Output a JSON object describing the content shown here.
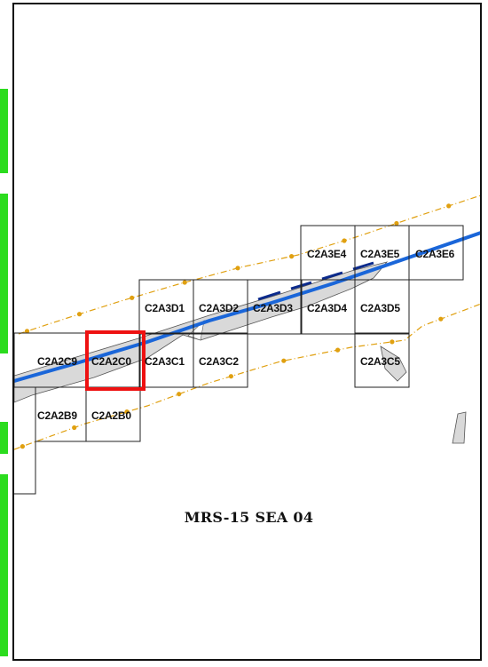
{
  "map": {
    "title": "MRS-15 SEA 04",
    "selected_cell": "C2A2C0",
    "cells": [
      {
        "id": "C2A3E4"
      },
      {
        "id": "C2A3E5"
      },
      {
        "id": "C2A3E6"
      },
      {
        "id": "C2A3D1"
      },
      {
        "id": "C2A3D2"
      },
      {
        "id": "C2A3D3"
      },
      {
        "id": "C2A3D4"
      },
      {
        "id": "C2A3D5"
      },
      {
        "id": "C2A2C9"
      },
      {
        "id": "C2A2C0"
      },
      {
        "id": "C2A3C1"
      },
      {
        "id": "C2A3C2"
      },
      {
        "id": "C2A3C5"
      },
      {
        "id": "C2A2B9"
      },
      {
        "id": "C2A2B0"
      }
    ],
    "colors": {
      "grid_line": "#222222",
      "highlight": "#ee1111",
      "river_main": "#1a66d9",
      "river_dash": "#0b2a8c",
      "landmass": "#d9d9d9",
      "boundary": "#e0a010",
      "left_strip": "#2bdc1e"
    }
  }
}
